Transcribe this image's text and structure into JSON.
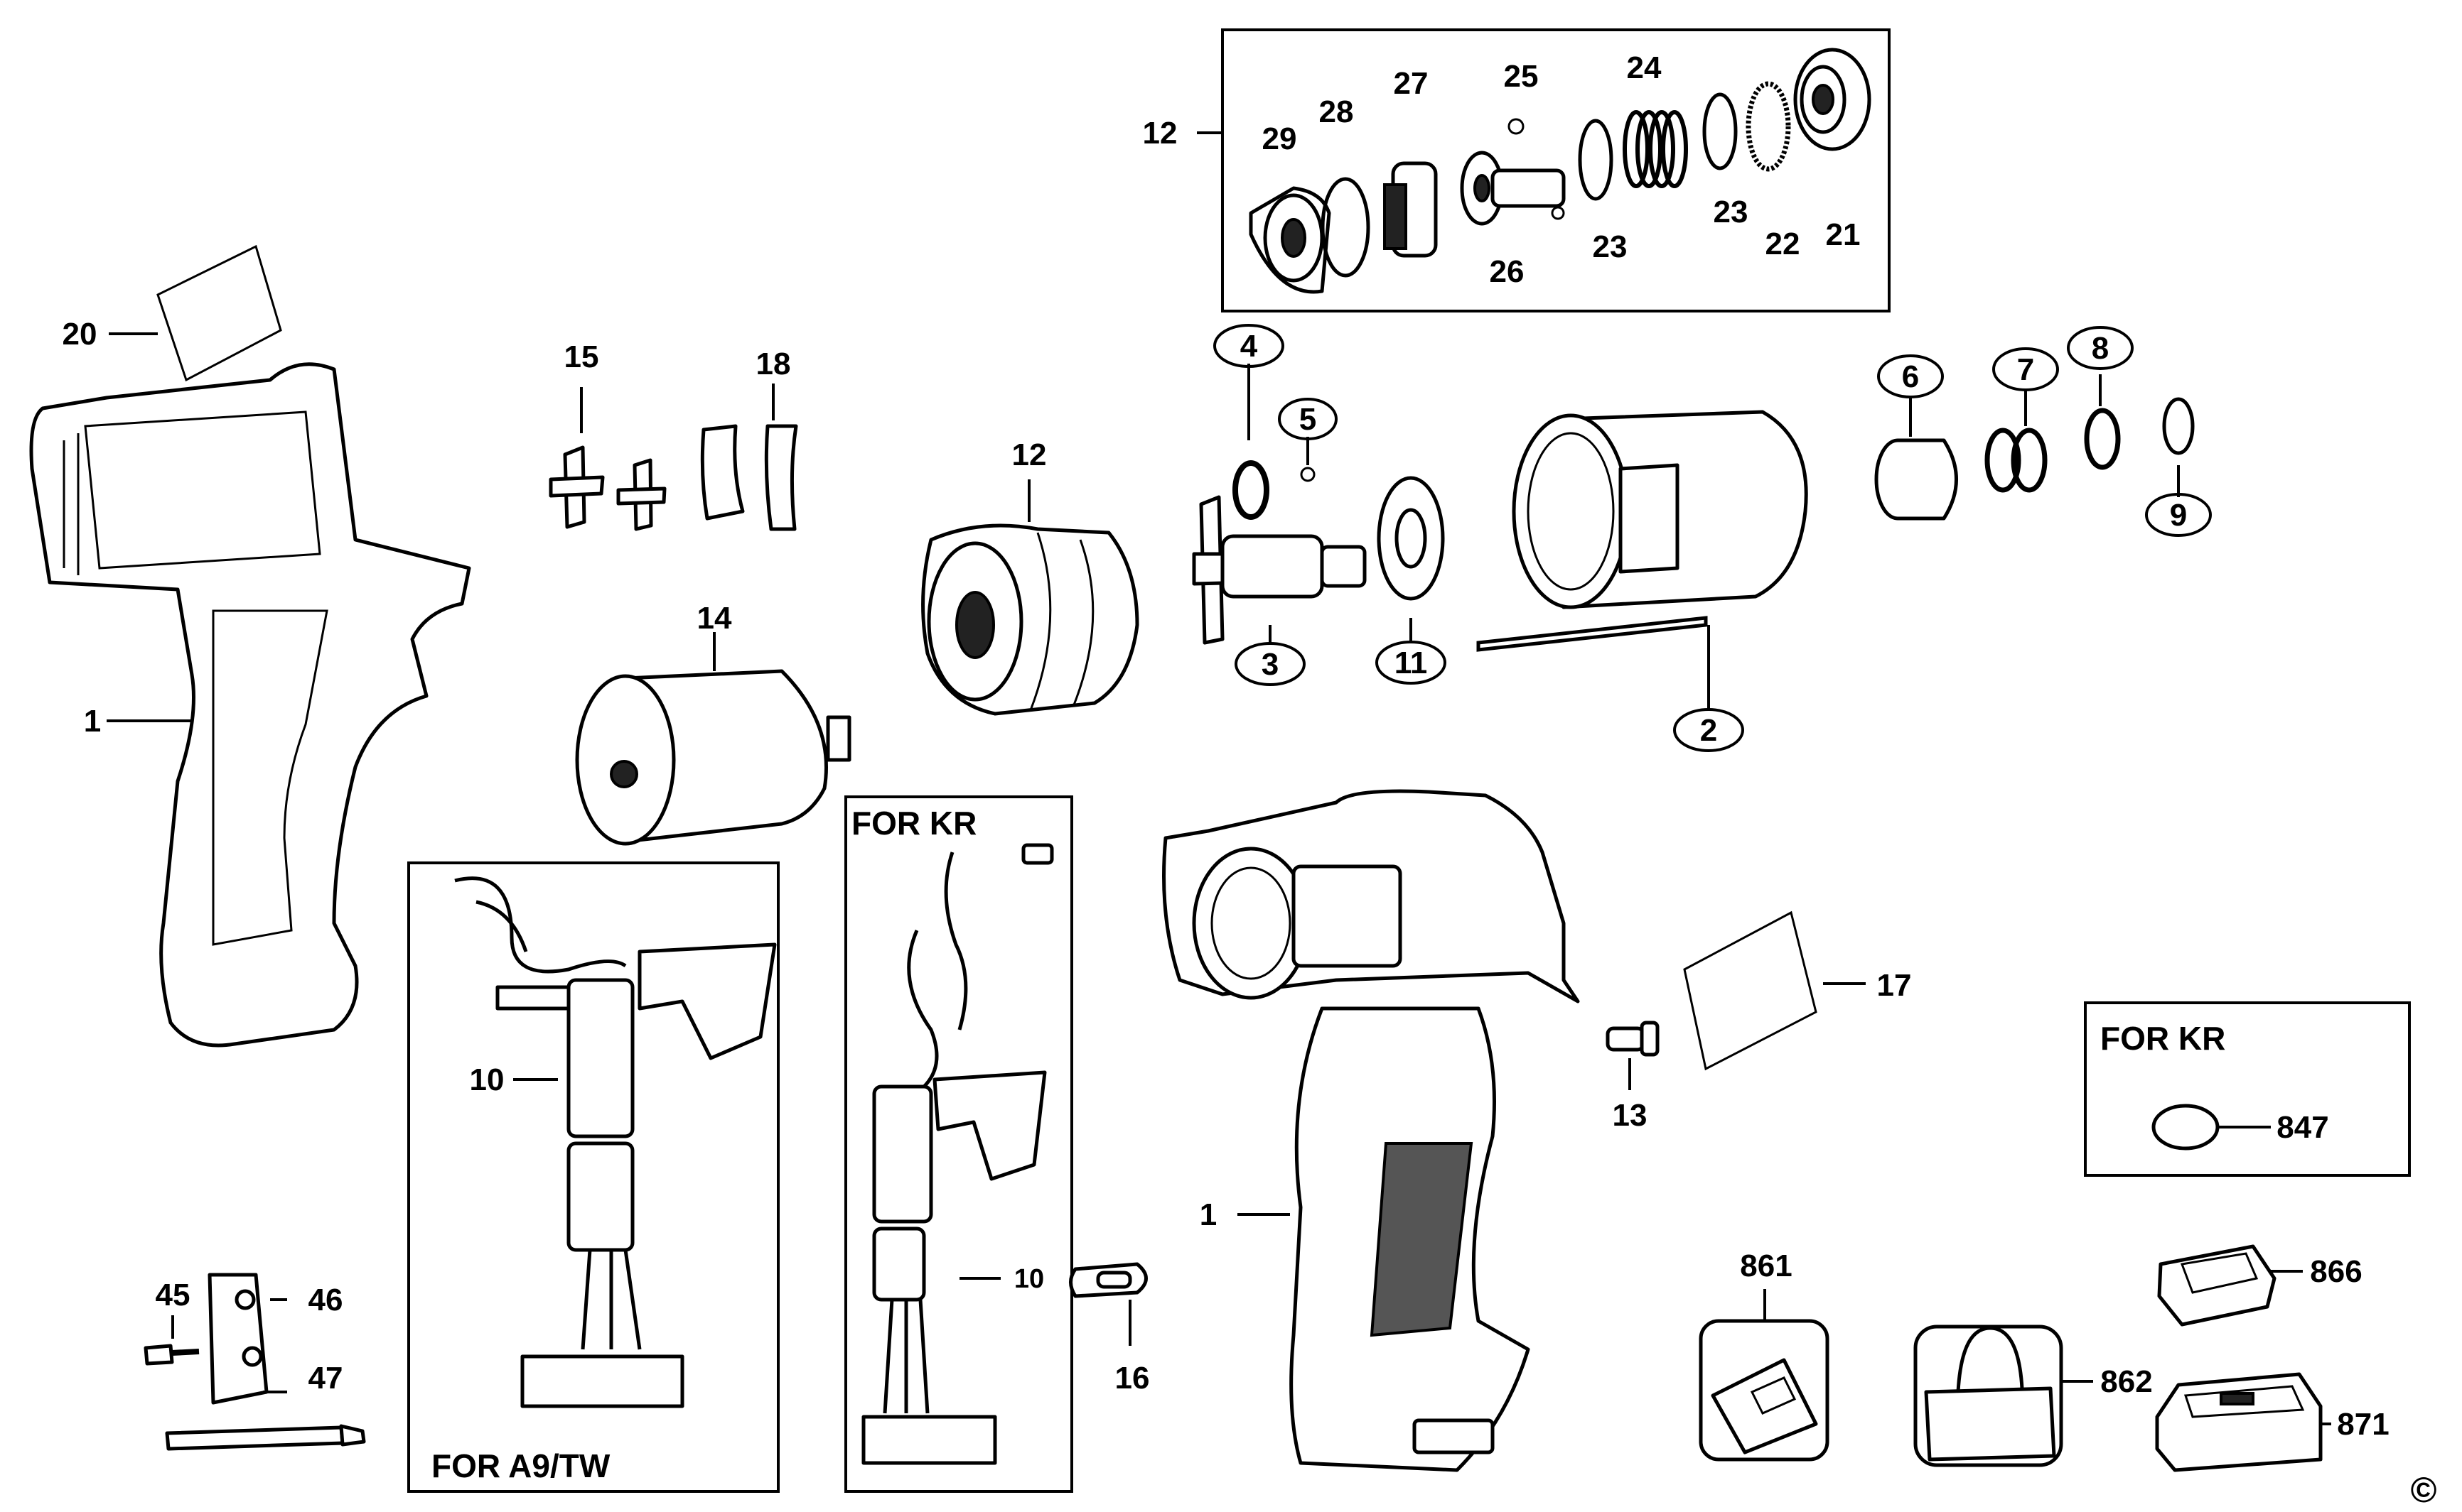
{
  "labels": {
    "p1a": "1",
    "p1b": "1",
    "p2": "2",
    "p3": "3",
    "p4": "4",
    "p5": "5",
    "p6": "6",
    "p7": "7",
    "p8": "8",
    "p9": "9",
    "p10a": "10",
    "p10b": "10",
    "p11": "11",
    "p12a": "12",
    "p12b": "12",
    "p13": "13",
    "p14": "14",
    "p15": "15",
    "p16": "16",
    "p17": "17",
    "p18": "18",
    "p20": "20",
    "p21": "21",
    "p22": "22",
    "p23a": "23",
    "p23b": "23",
    "p24": "24",
    "p25": "25",
    "p26": "26",
    "p27": "27",
    "p28": "28",
    "p29": "29",
    "p45": "45",
    "p46": "46",
    "p47": "47",
    "p847": "847",
    "p861": "861",
    "p862": "862",
    "p866": "866",
    "p871": "871"
  },
  "boxes": {
    "a9tw": "FOR A9/TW",
    "kr_switch": "FOR KR",
    "kr_tag": "FOR KR"
  },
  "copyright": "©"
}
